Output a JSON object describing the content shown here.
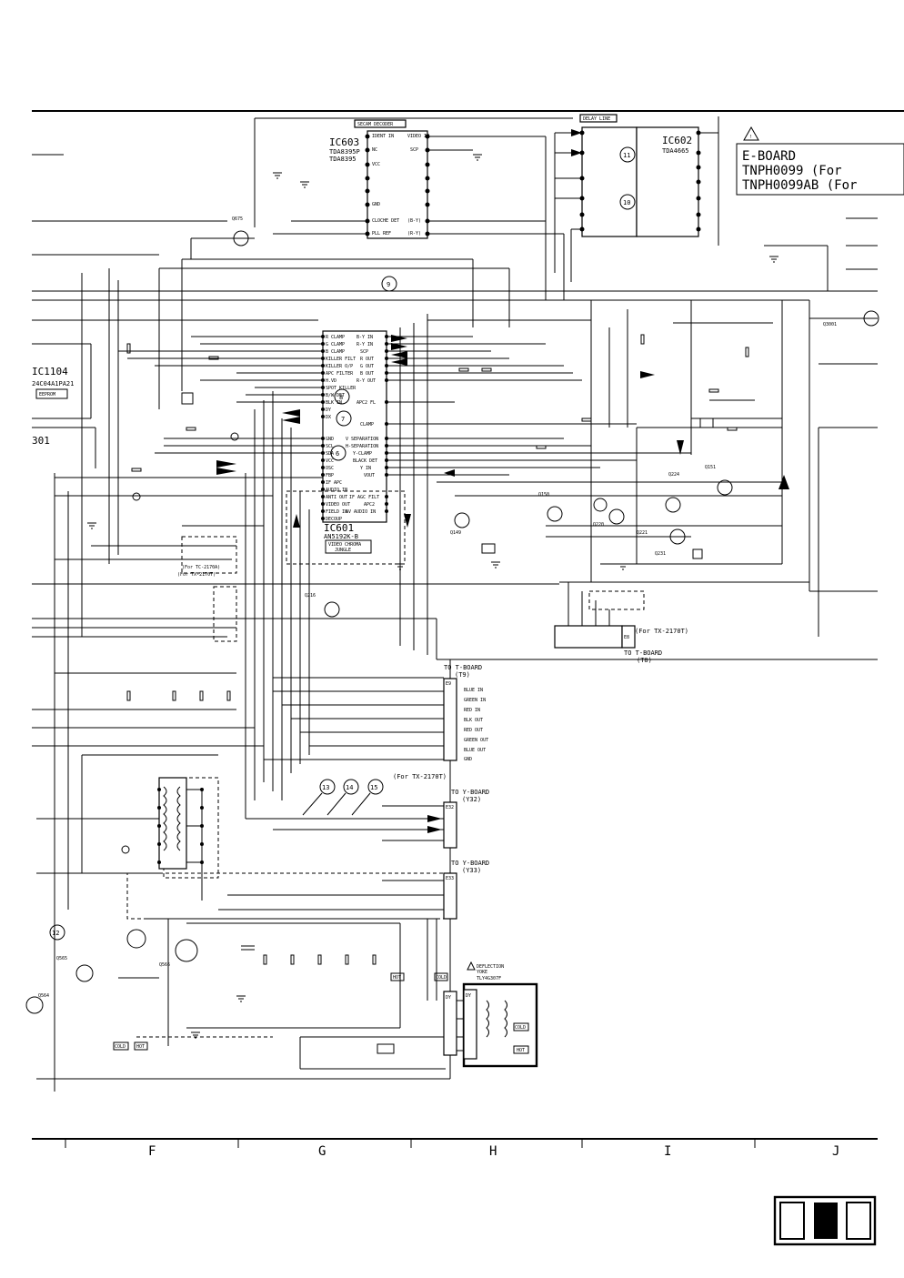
{
  "board": {
    "warning_symbol": "!",
    "title": "E-BOARD",
    "line1": "TNPH0099   (For",
    "line2": "TNPH0099AB (For"
  },
  "ics": {
    "ic602": {
      "ref": "IC602",
      "part": "TDA4665",
      "top": "DELAY LINE"
    },
    "ic603": {
      "ref": "IC603",
      "part1": "TDA8395P",
      "part2": "TDA8395",
      "top": "SECAM DECODER"
    },
    "ic601": {
      "ref": "IC601",
      "part": "AN5192K-B",
      "sub1": "VIDEO CHROMA",
      "sub2": "JUNGLE"
    },
    "ic1104": {
      "ref": "IC1104",
      "part": "24C04A1PA21",
      "tag": "EEPROM"
    },
    "ic1301": {
      "ref": "301"
    }
  },
  "ic601_pins_left": [
    "R CLAMP",
    "G CLAMP",
    "B CLAMP",
    "KILLER FILT",
    "KILLER O/P",
    "APC FILTER",
    "H.VD",
    "SPOT KILLER",
    "B/W DET",
    "BLK IN",
    "DY",
    "DX",
    "GND",
    "SCL",
    "SDA",
    "VCC",
    "OSC",
    "FBP",
    "IF APC",
    "AUDIO IN",
    "ANTI OUT",
    "VIDEO OUT",
    "FIELD IN",
    "DECOUP"
  ],
  "ic601_pins_right": [
    "B-Y IN",
    "R-Y IN",
    "SCP",
    "R OUT",
    "G OUT",
    "B OUT",
    "R-Y OUT",
    "APC2 FL",
    "CLAMP",
    "V SEPARATION",
    "H-SEPARATION",
    "Y-CLAMP",
    "BLACK DET",
    "Y IN",
    "VOUT",
    "IF AGC FILT",
    "APC2",
    "AV AUDIO IN"
  ],
  "ic603_pins_left": [
    "IDENT IN",
    "NC",
    "VCC",
    "GND",
    "CLOCHE DET",
    "PLL REF"
  ],
  "ic603_pins_right": [
    "VIDEO IN",
    "SCP",
    "(B-Y)",
    "(R-Y)"
  ],
  "circled": [
    "9",
    "8",
    "7",
    "6",
    "11",
    "10",
    "12",
    "13",
    "14",
    "15"
  ],
  "transistors": [
    "Q675",
    "Q216",
    "Q149",
    "Q150",
    "Q220",
    "Q221",
    "Q224",
    "Q231",
    "Q151",
    "Q3001",
    "Q565",
    "Q566",
    "Q564"
  ],
  "connectors": [
    {
      "ref": "E9",
      "label": "TO T-BOARD",
      "sub": "(T9)"
    },
    {
      "ref": "E8",
      "label": "TO T-BOARD",
      "sub": "(T8)"
    },
    {
      "ref": "E32",
      "label": "TO Y-BOARD",
      "sub": "(Y32)"
    },
    {
      "ref": "E33",
      "label": "TO Y-BOARD",
      "sub": "(Y33)"
    },
    {
      "ref": "DY",
      "label": "DY"
    }
  ],
  "e9_pins": [
    "BLUE IN",
    "GREEN IN",
    "RED IN",
    "BLK OUT",
    "RED OUT",
    "GREEN OUT",
    "BLUE OUT",
    "GND"
  ],
  "notes": {
    "for_tx_e9": "(For TX-2170T)",
    "for_tx_e8": "(For TX-2170T)",
    "for_tx_small1": "(For TC-2170A)",
    "for_tx_small2": "(For TX-2170T)",
    "deflection_yoke": "DEFLECTION",
    "yoke": "YOKE",
    "yoke_part": "TLY4G307F",
    "cold": "COLD",
    "hot": "HOT"
  },
  "grid_columns": [
    "F",
    "G",
    "H",
    "I",
    "J"
  ]
}
